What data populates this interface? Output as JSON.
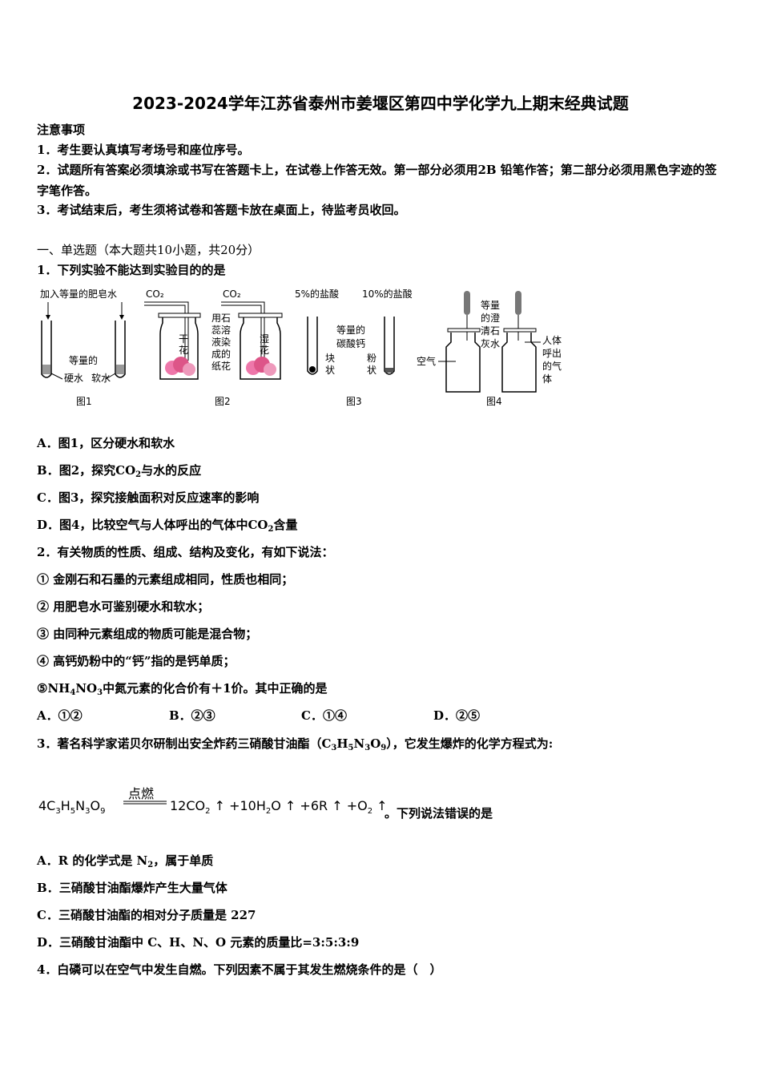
{
  "title": "2023-2024学年江苏省泰州市姜堰区第四中学化学九上期末经典试题",
  "notice": {
    "heading": "注意事项",
    "items": [
      "1．考生要认真填写考场号和座位序号。",
      "2．试题所有答案必须填涂或书写在答题卡上，在试卷上作答无效。第一部分必须用2B 铅笔作答；第二部分必须用黑色字迹的签字笔作答。",
      "3．考试结束后，考生须将试卷和答题卡放在桌面上，待监考员收回。"
    ]
  },
  "section1": "一、单选题（本大题共10小题，共20分）",
  "q1": {
    "stem": "1．下列实验不能达到实验目的的是",
    "figure": {
      "fig1": {
        "caption": "图1",
        "top": "加入等量的肥皂水",
        "mid": "等量的",
        "left": "硬水",
        "right": "软水"
      },
      "fig2": {
        "caption": "图2",
        "gas": "CO₂",
        "left_label": [
          "干",
          "花"
        ],
        "mid_label": [
          "用石",
          "蕊溶",
          "液染",
          "成的",
          "纸花"
        ],
        "right_label": [
          "湿",
          "花"
        ]
      },
      "fig3": {
        "caption": "图3",
        "acid1": "5%的盐酸",
        "acid2": "10%的盐酸",
        "mid": [
          "等量的",
          "碳酸钙"
        ],
        "left": [
          "块",
          "状"
        ],
        "right": [
          "粉",
          "状"
        ]
      },
      "fig4": {
        "caption": "图4",
        "top": [
          "等量",
          "的澄",
          "清石",
          "灰水"
        ],
        "left": "空气",
        "right": [
          "人体",
          "呼出",
          "的气",
          "体"
        ]
      }
    },
    "options": [
      {
        "key": "A．",
        "pre": "图1，区分硬水和软水",
        "chem": "",
        "sub": "",
        "post": ""
      },
      {
        "key": "B．",
        "pre": "图2，探究",
        "chem": "CO",
        "sub": "2",
        "post": "与水的反应"
      },
      {
        "key": "C．",
        "pre": "图3，探究接触面积对反应速率的影响",
        "chem": "",
        "sub": "",
        "post": ""
      },
      {
        "key": "D．",
        "pre": "图4，比较空气与人体呼出的气体中",
        "chem": "CO",
        "sub": "2",
        "post": "含量"
      }
    ]
  },
  "q2": {
    "stem": "2．有关物质的性质、组成、结构及变化，有如下说法：",
    "items": [
      "① 金刚石和石墨的元素组成相同，性质也相同；",
      "② 用肥皂水可鉴别硬水和软水；",
      "③ 由同种元素组成的物质可能是混合物；",
      "④ 高钙奶粉中的“钙”指的是钙单质；"
    ],
    "item5": {
      "pre": "⑤NH",
      "s1": "4",
      "mid": "NO",
      "s2": "3",
      "post": "中氮元素的化合价有＋1价。其中正确的是"
    },
    "options": [
      "A．①②",
      "B．②③",
      "C．①④",
      "D．②⑤"
    ]
  },
  "q3": {
    "stem_pre": "3．著名科学家诺贝尔研制出安全炸药三硝酸甘油酯（C",
    "s1": "3",
    "h": "H",
    "s2": "5",
    "n": "N",
    "s3": "3",
    "o": "O",
    "s4": "9",
    "stem_post": "），它发生爆炸的化学方程式为:",
    "condition": "点燃",
    "equation_tail": "。下列说法错误的是",
    "options": [
      {
        "key": "A．",
        "pre": "R 的化学式是 N",
        "sub": "2",
        "post": "，属于单质"
      },
      {
        "key": "B．",
        "pre": "三硝酸甘油酯爆炸产生大量气体",
        "sub": "",
        "post": ""
      },
      {
        "key": "C．",
        "pre": "三硝酸甘油酯的相对分子质量是 227",
        "sub": "",
        "post": ""
      },
      {
        "key": "D．",
        "pre": "三硝酸甘油酯中 C、H、N、O 元素的质量比=3:5:3:9",
        "sub": "",
        "post": ""
      }
    ]
  },
  "q4": {
    "stem": "4．白磷可以在空气中发生自燃。下列因素不属于其发生燃烧条件的是（　）"
  }
}
